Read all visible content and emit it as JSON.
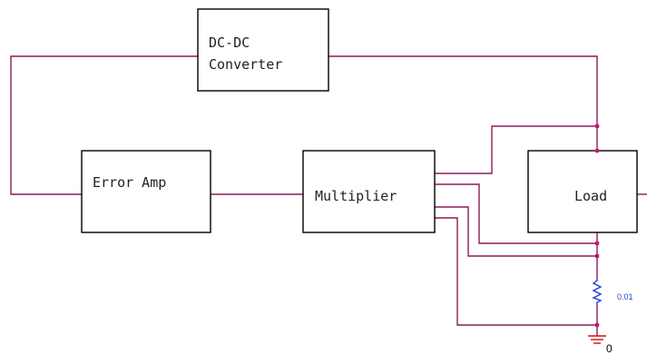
{
  "blocks": {
    "dcdc_line1": "DC-DC",
    "dcdc_line2": "Converter",
    "error_amp": "Error Amp",
    "multiplier": "Multiplier",
    "load": "Load"
  },
  "resistor": {
    "value": "0.01"
  },
  "ground": {
    "label": "0"
  },
  "colors": {
    "wire": "#8b1c5a",
    "node": "#cc1177",
    "resistor": "#1f3fd6",
    "ground": "#cc1111"
  }
}
